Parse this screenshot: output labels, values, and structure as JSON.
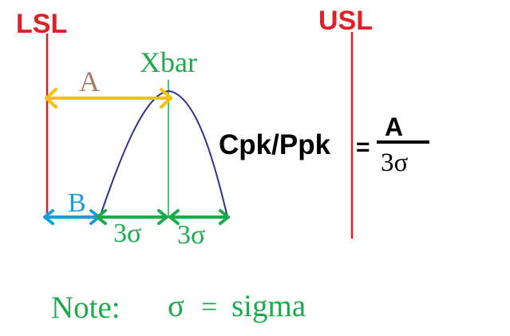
{
  "labels": {
    "lsl": "LSL",
    "usl": "USL",
    "xbar": "Xbar",
    "a": "A",
    "b": "B",
    "three_sigma_left": "3σ",
    "three_sigma_right": "3σ"
  },
  "formula": {
    "lhs": "Cpk/Ppk",
    "equals": "=",
    "numerator": "A",
    "denominator": "3σ"
  },
  "note": {
    "prefix": "Note:",
    "symbol": "σ",
    "equals": "=",
    "meaning": "sigma"
  },
  "colors": {
    "spec_limit": "#e21f26",
    "xbar": "#22a84a",
    "curve": "#2e3192",
    "a_arrow": "#f7c100",
    "a_text": "#a67c63",
    "b_arrow": "#1e9ad6",
    "sigma_arrow": "#1bab4b",
    "formula_text": "#000000"
  }
}
